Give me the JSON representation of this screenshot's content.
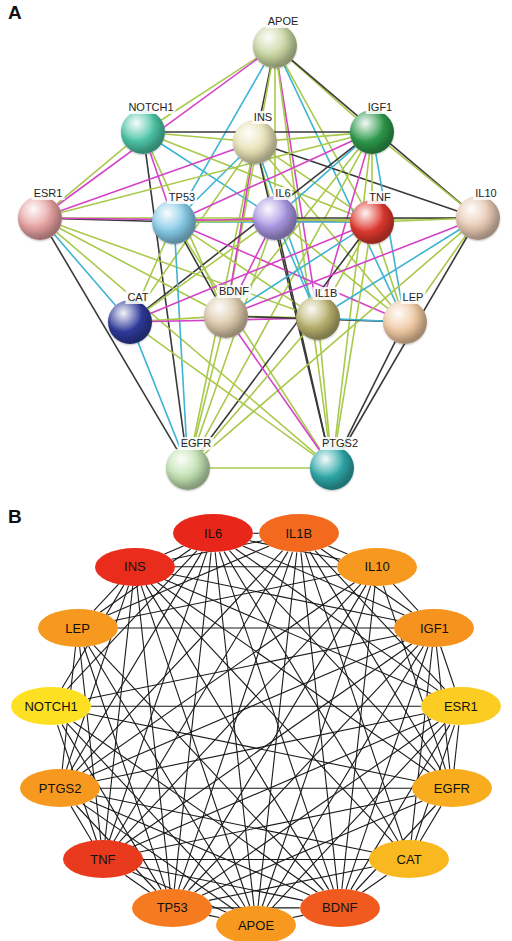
{
  "diagram": {
    "nodes": [
      {
        "text": [
          "APOE"
        ]
      },
      {
        "text": [
          "NOTCH1"
        ]
      },
      {
        "text": [
          "INS"
        ]
      },
      {
        "text": [
          "IGF1"
        ]
      },
      {
        "text": [
          "ESR1"
        ]
      },
      {
        "text": [
          "TP53"
        ]
      },
      {
        "text": [
          "IL6"
        ]
      },
      {
        "text": [
          "TNF"
        ]
      },
      {
        "text": [
          "IL10"
        ]
      },
      {
        "text": [
          "CAT"
        ]
      },
      {
        "text": [
          "BDNF"
        ]
      },
      {
        "text": [
          "IL1B"
        ]
      },
      {
        "text": [
          "LEP"
        ]
      },
      {
        "text": [
          "EGFR"
        ]
      },
      {
        "text": [
          "PTGS2"
        ]
      },
      {
        "text": [
          "IL6"
        ]
      },
      {
        "text": [
          "IL1B"
        ]
      },
      {
        "text": [
          "INS"
        ]
      },
      {
        "text": [
          "IL10"
        ]
      },
      {
        "text": [
          "LEP"
        ]
      },
      {
        "text": [
          "IGF1"
        ]
      },
      {
        "text": [
          "NOTCH1"
        ]
      },
      {
        "text": [
          "ESR1"
        ]
      },
      {
        "text": [
          "PTGS2"
        ]
      },
      {
        "text": [
          "EGFR"
        ]
      },
      {
        "text": [
          "TNF"
        ]
      },
      {
        "text": [
          "CAT"
        ]
      },
      {
        "text": [
          "TP53"
        ]
      },
      {
        "text": [
          "BDNF"
        ]
      },
      {
        "text": [
          "APOE"
        ]
      }
    ],
    "edges": [
      {
        "from": 0,
        "to": 1,
        "arrow": "none"
      },
      {
        "from": 0,
        "to": 2,
        "arrow": "none"
      },
      {
        "from": 0,
        "to": 3,
        "arrow": "none"
      },
      {
        "from": 0,
        "to": 4,
        "arrow": "none"
      },
      {
        "from": 0,
        "to": 5,
        "arrow": "none"
      },
      {
        "from": 0,
        "to": 6,
        "arrow": "none"
      },
      {
        "from": 0,
        "to": 7,
        "arrow": "none"
      },
      {
        "from": 0,
        "to": 8,
        "arrow": "none"
      },
      {
        "from": 0,
        "to": 10,
        "arrow": "none"
      },
      {
        "from": 0,
        "to": 11,
        "arrow": "none"
      },
      {
        "from": 0,
        "to": 12,
        "arrow": "none"
      },
      {
        "from": 0,
        "to": 14,
        "arrow": "none"
      },
      {
        "from": 1,
        "to": 2,
        "arrow": "none"
      },
      {
        "from": 1,
        "to": 3,
        "arrow": "none"
      },
      {
        "from": 1,
        "to": 4,
        "arrow": "none"
      },
      {
        "from": 1,
        "to": 5,
        "arrow": "none"
      },
      {
        "from": 1,
        "to": 6,
        "arrow": "none"
      },
      {
        "from": 1,
        "to": 7,
        "arrow": "none"
      },
      {
        "from": 1,
        "to": 10,
        "arrow": "none"
      },
      {
        "from": 1,
        "to": 13,
        "arrow": "none"
      },
      {
        "from": 2,
        "to": 3,
        "arrow": "none"
      },
      {
        "from": 2,
        "to": 4,
        "arrow": "none"
      },
      {
        "from": 2,
        "to": 5,
        "arrow": "none"
      },
      {
        "from": 2,
        "to": 6,
        "arrow": "none"
      },
      {
        "from": 2,
        "to": 7,
        "arrow": "none"
      },
      {
        "from": 2,
        "to": 8,
        "arrow": "none"
      },
      {
        "from": 2,
        "to": 9,
        "arrow": "none"
      },
      {
        "from": 2,
        "to": 10,
        "arrow": "none"
      },
      {
        "from": 2,
        "to": 11,
        "arrow": "none"
      },
      {
        "from": 2,
        "to": 12,
        "arrow": "none"
      },
      {
        "from": 2,
        "to": 13,
        "arrow": "none"
      },
      {
        "from": 2,
        "to": 14,
        "arrow": "none"
      },
      {
        "from": 3,
        "to": 4,
        "arrow": "none"
      },
      {
        "from": 3,
        "to": 5,
        "arrow": "none"
      },
      {
        "from": 3,
        "to": 6,
        "arrow": "none"
      },
      {
        "from": 3,
        "to": 7,
        "arrow": "none"
      },
      {
        "from": 3,
        "to": 8,
        "arrow": "none"
      },
      {
        "from": 3,
        "to": 9,
        "arrow": "none"
      },
      {
        "from": 3,
        "to": 10,
        "arrow": "none"
      },
      {
        "from": 3,
        "to": 11,
        "arrow": "none"
      },
      {
        "from": 3,
        "to": 12,
        "arrow": "none"
      },
      {
        "from": 3,
        "to": 13,
        "arrow": "none"
      },
      {
        "from": 3,
        "to": 14,
        "arrow": "none"
      },
      {
        "from": 4,
        "to": 5,
        "arrow": "none"
      },
      {
        "from": 4,
        "to": 6,
        "arrow": "none"
      },
      {
        "from": 4,
        "to": 7,
        "arrow": "none"
      },
      {
        "from": 4,
        "to": 9,
        "arrow": "none"
      },
      {
        "from": 4,
        "to": 10,
        "arrow": "none"
      },
      {
        "from": 4,
        "to": 11,
        "arrow": "none"
      },
      {
        "from": 4,
        "to": 13,
        "arrow": "none"
      },
      {
        "from": 4,
        "to": 14,
        "arrow": "none"
      },
      {
        "from": 5,
        "to": 6,
        "arrow": "none"
      },
      {
        "from": 5,
        "to": 7,
        "arrow": "none"
      },
      {
        "from": 5,
        "to": 8,
        "arrow": "none"
      },
      {
        "from": 5,
        "to": 9,
        "arrow": "none"
      },
      {
        "from": 5,
        "to": 10,
        "arrow": "none"
      },
      {
        "from": 5,
        "to": 11,
        "arrow": "none"
      },
      {
        "from": 5,
        "to": 12,
        "arrow": "none"
      },
      {
        "from": 5,
        "to": 13,
        "arrow": "none"
      },
      {
        "from": 5,
        "to": 14,
        "arrow": "none"
      },
      {
        "from": 6,
        "to": 7,
        "arrow": "none"
      },
      {
        "from": 6,
        "to": 8,
        "arrow": "none"
      },
      {
        "from": 6,
        "to": 9,
        "arrow": "none"
      },
      {
        "from": 6,
        "to": 10,
        "arrow": "none"
      },
      {
        "from": 6,
        "to": 11,
        "arrow": "none"
      },
      {
        "from": 6,
        "to": 12,
        "arrow": "none"
      },
      {
        "from": 6,
        "to": 13,
        "arrow": "none"
      },
      {
        "from": 6,
        "to": 14,
        "arrow": "none"
      },
      {
        "from": 7,
        "to": 8,
        "arrow": "none"
      },
      {
        "from": 7,
        "to": 9,
        "arrow": "none"
      },
      {
        "from": 7,
        "to": 10,
        "arrow": "none"
      },
      {
        "from": 7,
        "to": 11,
        "arrow": "none"
      },
      {
        "from": 7,
        "to": 12,
        "arrow": "none"
      },
      {
        "from": 7,
        "to": 13,
        "arrow": "none"
      },
      {
        "from": 7,
        "to": 14,
        "arrow": "none"
      },
      {
        "from": 8,
        "to": 10,
        "arrow": "none"
      },
      {
        "from": 8,
        "to": 11,
        "arrow": "none"
      },
      {
        "from": 8,
        "to": 12,
        "arrow": "none"
      },
      {
        "from": 8,
        "to": 13,
        "arrow": "none"
      },
      {
        "from": 8,
        "to": 14,
        "arrow": "none"
      },
      {
        "from": 9,
        "to": 10,
        "arrow": "none"
      },
      {
        "from": 9,
        "to": 11,
        "arrow": "none"
      },
      {
        "from": 9,
        "to": 13,
        "arrow": "none"
      },
      {
        "from": 9,
        "to": 14,
        "arrow": "none"
      },
      {
        "from": 10,
        "to": 11,
        "arrow": "none"
      },
      {
        "from": 10,
        "to": 12,
        "arrow": "none"
      },
      {
        "from": 10,
        "to": 13,
        "arrow": "none"
      },
      {
        "from": 10,
        "to": 14,
        "arrow": "none"
      },
      {
        "from": 11,
        "to": 12,
        "arrow": "none"
      },
      {
        "from": 11,
        "to": 13,
        "arrow": "none"
      },
      {
        "from": 11,
        "to": 14,
        "arrow": "none"
      },
      {
        "from": 12,
        "to": 14,
        "arrow": "none"
      },
      {
        "from": 13,
        "to": 14,
        "arrow": "none"
      },
      {
        "from": 29,
        "to": 21,
        "arrow": "none"
      },
      {
        "from": 29,
        "to": 17,
        "arrow": "none"
      },
      {
        "from": 29,
        "to": 20,
        "arrow": "none"
      },
      {
        "from": 29,
        "to": 22,
        "arrow": "none"
      },
      {
        "from": 29,
        "to": 27,
        "arrow": "none"
      },
      {
        "from": 29,
        "to": 15,
        "arrow": "none"
      },
      {
        "from": 29,
        "to": 25,
        "arrow": "none"
      },
      {
        "from": 29,
        "to": 18,
        "arrow": "none"
      },
      {
        "from": 29,
        "to": 28,
        "arrow": "none"
      },
      {
        "from": 29,
        "to": 16,
        "arrow": "none"
      },
      {
        "from": 29,
        "to": 19,
        "arrow": "none"
      },
      {
        "from": 29,
        "to": 23,
        "arrow": "none"
      },
      {
        "from": 21,
        "to": 17,
        "arrow": "none"
      },
      {
        "from": 21,
        "to": 20,
        "arrow": "none"
      },
      {
        "from": 21,
        "to": 22,
        "arrow": "none"
      },
      {
        "from": 21,
        "to": 27,
        "arrow": "none"
      },
      {
        "from": 21,
        "to": 15,
        "arrow": "none"
      },
      {
        "from": 21,
        "to": 25,
        "arrow": "none"
      },
      {
        "from": 21,
        "to": 28,
        "arrow": "none"
      },
      {
        "from": 21,
        "to": 24,
        "arrow": "none"
      },
      {
        "from": 17,
        "to": 20,
        "arrow": "none"
      },
      {
        "from": 17,
        "to": 22,
        "arrow": "none"
      },
      {
        "from": 17,
        "to": 27,
        "arrow": "none"
      },
      {
        "from": 17,
        "to": 15,
        "arrow": "none"
      },
      {
        "from": 17,
        "to": 25,
        "arrow": "none"
      },
      {
        "from": 17,
        "to": 18,
        "arrow": "none"
      },
      {
        "from": 17,
        "to": 26,
        "arrow": "none"
      },
      {
        "from": 17,
        "to": 28,
        "arrow": "none"
      },
      {
        "from": 17,
        "to": 16,
        "arrow": "none"
      },
      {
        "from": 17,
        "to": 19,
        "arrow": "none"
      },
      {
        "from": 17,
        "to": 24,
        "arrow": "none"
      },
      {
        "from": 17,
        "to": 23,
        "arrow": "none"
      },
      {
        "from": 20,
        "to": 22,
        "arrow": "none"
      },
      {
        "from": 20,
        "to": 27,
        "arrow": "none"
      },
      {
        "from": 20,
        "to": 15,
        "arrow": "none"
      },
      {
        "from": 20,
        "to": 25,
        "arrow": "none"
      },
      {
        "from": 20,
        "to": 18,
        "arrow": "none"
      },
      {
        "from": 20,
        "to": 26,
        "arrow": "none"
      },
      {
        "from": 20,
        "to": 28,
        "arrow": "none"
      },
      {
        "from": 20,
        "to": 16,
        "arrow": "none"
      },
      {
        "from": 20,
        "to": 19,
        "arrow": "none"
      },
      {
        "from": 20,
        "to": 24,
        "arrow": "none"
      },
      {
        "from": 20,
        "to": 23,
        "arrow": "none"
      },
      {
        "from": 22,
        "to": 27,
        "arrow": "none"
      },
      {
        "from": 22,
        "to": 15,
        "arrow": "none"
      },
      {
        "from": 22,
        "to": 25,
        "arrow": "none"
      },
      {
        "from": 22,
        "to": 26,
        "arrow": "none"
      },
      {
        "from": 22,
        "to": 28,
        "arrow": "none"
      },
      {
        "from": 22,
        "to": 16,
        "arrow": "none"
      },
      {
        "from": 22,
        "to": 24,
        "arrow": "none"
      },
      {
        "from": 22,
        "to": 23,
        "arrow": "none"
      },
      {
        "from": 27,
        "to": 15,
        "arrow": "none"
      },
      {
        "from": 27,
        "to": 25,
        "arrow": "none"
      },
      {
        "from": 27,
        "to": 18,
        "arrow": "none"
      },
      {
        "from": 27,
        "to": 26,
        "arrow": "none"
      },
      {
        "from": 27,
        "to": 28,
        "arrow": "none"
      },
      {
        "from": 27,
        "to": 16,
        "arrow": "none"
      },
      {
        "from": 27,
        "to": 19,
        "arrow": "none"
      },
      {
        "from": 27,
        "to": 24,
        "arrow": "none"
      },
      {
        "from": 27,
        "to": 23,
        "arrow": "none"
      },
      {
        "from": 15,
        "to": 25,
        "arrow": "none"
      },
      {
        "from": 15,
        "to": 18,
        "arrow": "none"
      },
      {
        "from": 15,
        "to": 26,
        "arrow": "none"
      },
      {
        "from": 15,
        "to": 28,
        "arrow": "none"
      },
      {
        "from": 15,
        "to": 16,
        "arrow": "none"
      },
      {
        "from": 15,
        "to": 19,
        "arrow": "none"
      },
      {
        "from": 15,
        "to": 24,
        "arrow": "none"
      },
      {
        "from": 15,
        "to": 23,
        "arrow": "none"
      },
      {
        "from": 25,
        "to": 18,
        "arrow": "none"
      },
      {
        "from": 25,
        "to": 26,
        "arrow": "none"
      },
      {
        "from": 25,
        "to": 28,
        "arrow": "none"
      },
      {
        "from": 25,
        "to": 16,
        "arrow": "none"
      },
      {
        "from": 25,
        "to": 19,
        "arrow": "none"
      },
      {
        "from": 25,
        "to": 24,
        "arrow": "none"
      },
      {
        "from": 25,
        "to": 23,
        "arrow": "none"
      },
      {
        "from": 18,
        "to": 28,
        "arrow": "none"
      },
      {
        "from": 18,
        "to": 16,
        "arrow": "none"
      },
      {
        "from": 18,
        "to": 19,
        "arrow": "none"
      },
      {
        "from": 18,
        "to": 24,
        "arrow": "none"
      },
      {
        "from": 18,
        "to": 23,
        "arrow": "none"
      },
      {
        "from": 26,
        "to": 28,
        "arrow": "none"
      },
      {
        "from": 26,
        "to": 16,
        "arrow": "none"
      },
      {
        "from": 26,
        "to": 24,
        "arrow": "none"
      },
      {
        "from": 26,
        "to": 23,
        "arrow": "none"
      },
      {
        "from": 28,
        "to": 16,
        "arrow": "none"
      },
      {
        "from": 28,
        "to": 19,
        "arrow": "none"
      },
      {
        "from": 28,
        "to": 24,
        "arrow": "none"
      },
      {
        "from": 28,
        "to": 23,
        "arrow": "none"
      },
      {
        "from": 16,
        "to": 19,
        "arrow": "none"
      },
      {
        "from": 16,
        "to": 24,
        "arrow": "none"
      },
      {
        "from": 16,
        "to": 23,
        "arrow": "none"
      },
      {
        "from": 19,
        "to": 23,
        "arrow": "none"
      },
      {
        "from": 24,
        "to": 23,
        "arrow": "none"
      }
    ],
    "labels": [
      "A",
      "B"
    ]
  }
}
